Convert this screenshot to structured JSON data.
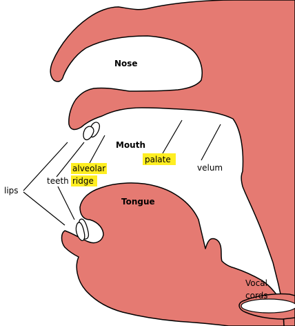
{
  "diagram": {
    "tissue_color": "#e57a72",
    "highlight_color": "#ffee22",
    "labels": {
      "nose": "Nose",
      "mouth": "Mouth",
      "tongue": "Tongue",
      "lips": "lips",
      "teeth": "teeth",
      "alveolar_line1": "alveolar",
      "alveolar_line2": "ridge",
      "palate": "palate",
      "velum": "velum",
      "vocal_line1": "Vocal",
      "vocal_line2": "cords"
    }
  }
}
